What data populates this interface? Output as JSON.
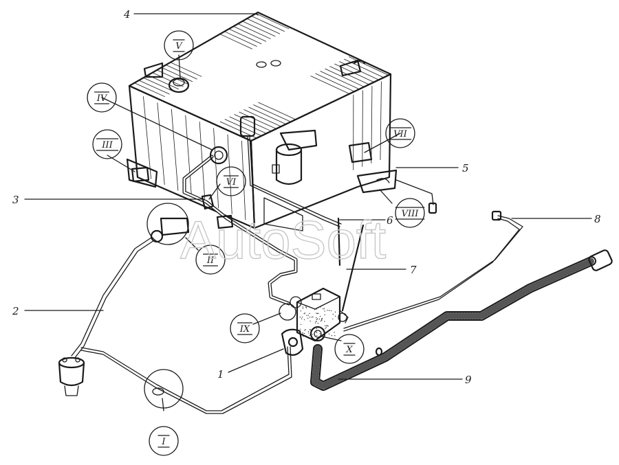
{
  "watermark": "AutoSoft",
  "callouts": {
    "c1": "1",
    "c2": "2",
    "c3": "3",
    "c4": "4",
    "c5": "5",
    "c6": "6",
    "c7": "7",
    "c8": "8",
    "c9": "9"
  },
  "details": {
    "d1": "I",
    "d2": "II",
    "d3": "III",
    "d4": "IV",
    "d5": "V",
    "d6": "VI",
    "d7": "VII",
    "d8": "VIII",
    "d9": "IX",
    "d10": "X"
  }
}
